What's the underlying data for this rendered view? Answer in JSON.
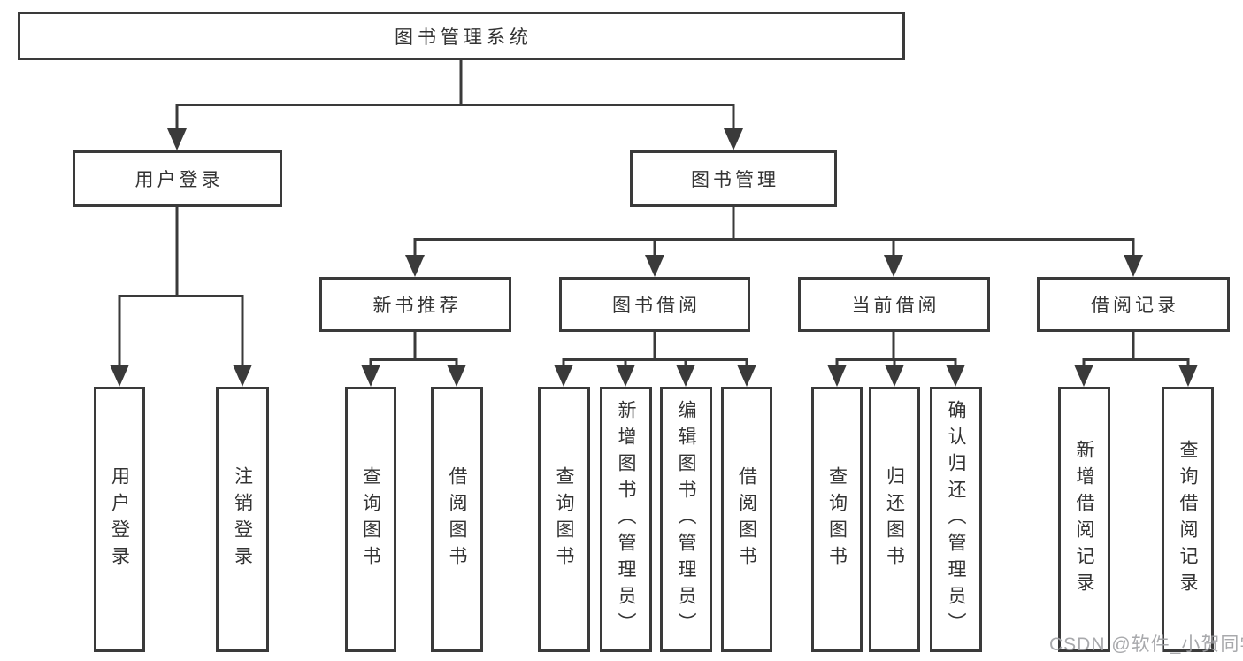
{
  "tree": {
    "root": {
      "label": "图书管理系统"
    },
    "level1": [
      {
        "label": "用户登录"
      },
      {
        "label": "图书管理"
      }
    ],
    "level2": [
      {
        "label": "新书推荐"
      },
      {
        "label": "图书借阅"
      },
      {
        "label": "当前借阅"
      },
      {
        "label": "借阅记录"
      }
    ],
    "leaves": {
      "user_login": [
        "用户登录",
        "注销登录"
      ],
      "new_book_recommend": [
        "查询图书",
        "借阅图书"
      ],
      "book_borrow": [
        "查询图书",
        "新增图书（管理员）",
        "编辑图书（管理员）",
        "借阅图书"
      ],
      "current_borrow": [
        "查询图书",
        "归还图书",
        "确认归还（管理员）"
      ],
      "borrow_records": [
        "新增借阅记录",
        "查询借阅记录"
      ]
    }
  },
  "watermark": "CSDN @软件_小贺同学",
  "colors": {
    "line": "#3a3a3a",
    "text": "#333333",
    "watermark": "#9ea0a3",
    "background": "#ffffff"
  }
}
